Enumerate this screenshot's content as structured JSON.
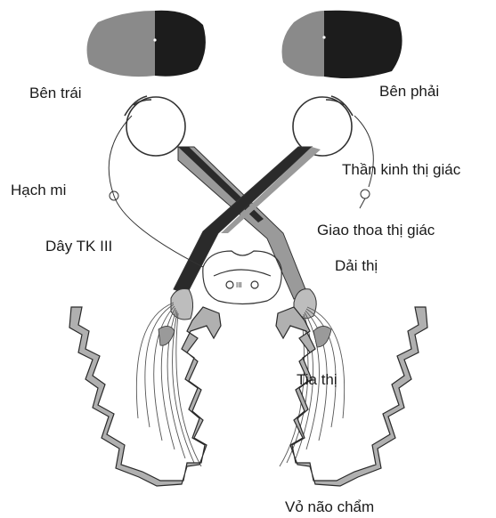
{
  "labels": {
    "left_field": "Bên trái",
    "right_field": "Bên phải",
    "ciliary_ganglion": "Hạch mi",
    "optic_nerve": "Thần kinh thị giác",
    "optic_chiasm": "Giao thoa thị giác",
    "oculomotor_nerve": "Dây TK III",
    "optic_tract": "Dải thị",
    "optic_radiation": "Tia thị",
    "occipital_cortex": "Vỏ não chẩm",
    "nucleus_mark": "III"
  },
  "colors": {
    "field_light": "#8a8a8a",
    "field_dark": "#1c1c1c",
    "pathway_dark": "#2a2a2a",
    "pathway_light": "#9a9a9a",
    "cortex_gray": "#b0b0b0",
    "line": "#333333"
  }
}
